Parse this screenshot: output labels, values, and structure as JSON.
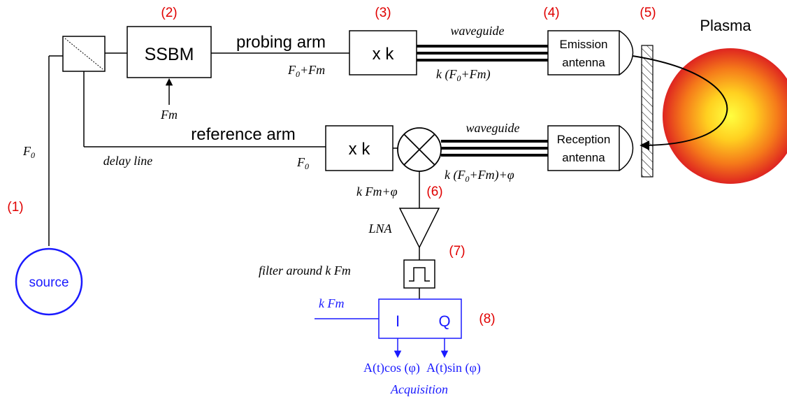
{
  "numbers": {
    "n1": "(1)",
    "n2": "(2)",
    "n3": "(3)",
    "n4": "(4)",
    "n5": "(5)",
    "n6": "(6)",
    "n7": "(7)",
    "n8": "(8)"
  },
  "blocks": {
    "ssbm": "SSBM",
    "multiplier_top": "x k",
    "multiplier_bottom": "x k",
    "emission_line1": "Emission",
    "emission_line2": "antenna",
    "reception_line1": "Reception",
    "reception_line2": "antenna",
    "source": "source",
    "iq_i": "I",
    "iq_q": "Q"
  },
  "labels": {
    "plasma": "Plasma",
    "probing_arm": "probing arm",
    "reference_arm": "reference arm",
    "delay_line": "delay line",
    "waveguide_top": "waveguide",
    "waveguide_bottom": "waveguide",
    "f0_left": "F",
    "f0_left_sub": "0",
    "f0_ref": "F",
    "f0_ref_sub": "0",
    "fm": "Fm",
    "probe_freq_a": "F",
    "probe_freq_sub": "0",
    "probe_freq_b": "+Fm",
    "k_probe_a": "k (F",
    "k_probe_sub": "0",
    "k_probe_b": "+Fm)",
    "k_rec_a": "k (F",
    "k_rec_sub": "0",
    "k_rec_b": "+Fm)+φ",
    "k_fm_phi": "k Fm+φ",
    "lna": "LNA",
    "filter": "filter around k Fm",
    "k_fm_in": "k Fm",
    "out_cos": "A(t)cos (φ)",
    "out_sin": "A(t)sin (φ)",
    "acquisition": "Acquisition"
  },
  "colors": {
    "numbers": "#e00000",
    "acquisition_blue": "#1a1aff",
    "plasma_core": "#ffff33",
    "plasma_edge": "#e02020"
  }
}
